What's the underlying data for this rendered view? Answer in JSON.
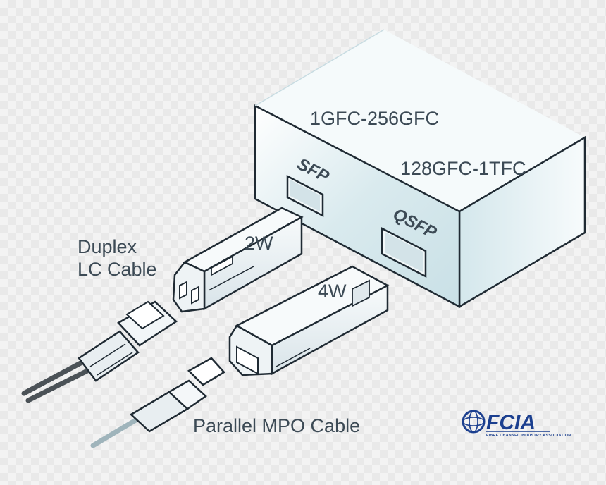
{
  "diagram": {
    "box_top_label": "1GFC-256GFC",
    "box_right_label": "128GFC-1TFC",
    "sfp_port_label": "SFP",
    "qsfp_port_label": "QSFP",
    "sfp_power_label": "2W",
    "qsfp_power_label": "4W",
    "duplex_label_line1": "Duplex",
    "duplex_label_line2": "LC Cable",
    "mpo_label": "Parallel MPO Cable"
  },
  "logo": {
    "wordmark": "FCIA",
    "tagline": "FIBRE CHANNEL INDUSTRY ASSOCIATION"
  },
  "colors": {
    "outline": "#1f2a33",
    "box_front": "#dcecef",
    "box_side": "#eef6f8",
    "box_top": "#f4fafb",
    "module": "#eaf1f4",
    "cable_dark": "#4b5257",
    "logo_blue": "#1b3f8f"
  }
}
